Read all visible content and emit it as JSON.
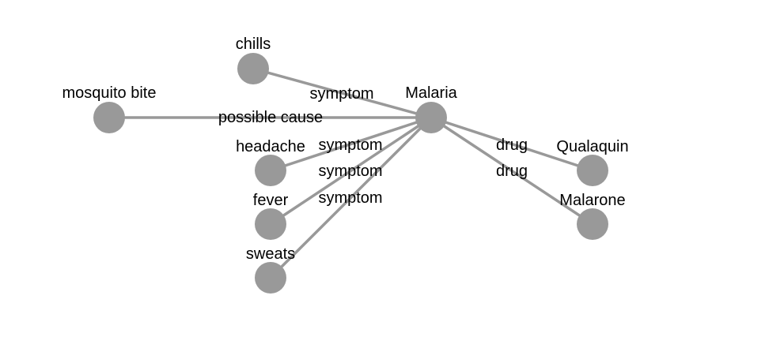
{
  "graph": {
    "nodes": [
      {
        "id": "malaria",
        "label": "Malaria"
      },
      {
        "id": "chills",
        "label": "chills"
      },
      {
        "id": "mosquito_bite",
        "label": "mosquito bite"
      },
      {
        "id": "headache",
        "label": "headache"
      },
      {
        "id": "fever",
        "label": "fever"
      },
      {
        "id": "sweats",
        "label": "sweats"
      },
      {
        "id": "qualaquin",
        "label": "Qualaquin"
      },
      {
        "id": "malarone",
        "label": "Malarone"
      }
    ],
    "edges": [
      {
        "id": "e_chills",
        "source": "malaria",
        "target": "chills",
        "label": "symptom"
      },
      {
        "id": "e_mosquito",
        "source": "malaria",
        "target": "mosquito_bite",
        "label": "possible cause"
      },
      {
        "id": "e_headache",
        "source": "malaria",
        "target": "headache",
        "label": "symptom"
      },
      {
        "id": "e_fever",
        "source": "malaria",
        "target": "fever",
        "label": "symptom"
      },
      {
        "id": "e_sweats",
        "source": "malaria",
        "target": "sweats",
        "label": "symptom"
      },
      {
        "id": "e_qualaquin",
        "source": "malaria",
        "target": "qualaquin",
        "label": "drug"
      },
      {
        "id": "e_malarone",
        "source": "malaria",
        "target": "malarone",
        "label": "drug"
      }
    ],
    "colors": {
      "node": "#999999",
      "edge": "#999999",
      "text": "#000000"
    }
  }
}
